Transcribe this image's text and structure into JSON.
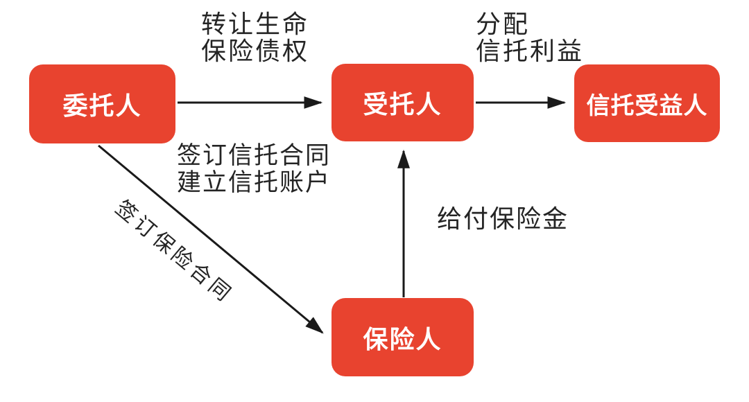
{
  "diagram": {
    "type": "flow-diagram",
    "topic": "life insurance trust relationships"
  },
  "nodes": [
    {
      "id": "settlor",
      "label": "委托人"
    },
    {
      "id": "trustee",
      "label": "受托人"
    },
    {
      "id": "beneficiary",
      "label": "信托受益人"
    },
    {
      "id": "insurer",
      "label": "保险人"
    }
  ],
  "edges": [
    {
      "id": "transfer",
      "from": "settlor",
      "to": "trustee",
      "label_line1": "转让生命",
      "label_line2": "保险债权"
    },
    {
      "id": "trust-contract",
      "from": "settlor",
      "to": "trustee",
      "label_line1": "签订信托合同",
      "label_line2": "建立信托账户"
    },
    {
      "id": "distribute",
      "from": "trustee",
      "to": "beneficiary",
      "label_line1": "分配",
      "label_line2": "信托利益"
    },
    {
      "id": "insurance-contract",
      "from": "settlor",
      "to": "insurer",
      "label_line1": "签订保险合同"
    },
    {
      "id": "pay-benefit",
      "from": "insurer",
      "to": "trustee",
      "label_line1": "给付保险金"
    }
  ],
  "colors": {
    "node_fill": "#E8432F",
    "node_text": "#FFFFFF",
    "label_text": "#242424",
    "arrow": "#1A1A1A",
    "background": "#FFFFFF"
  }
}
